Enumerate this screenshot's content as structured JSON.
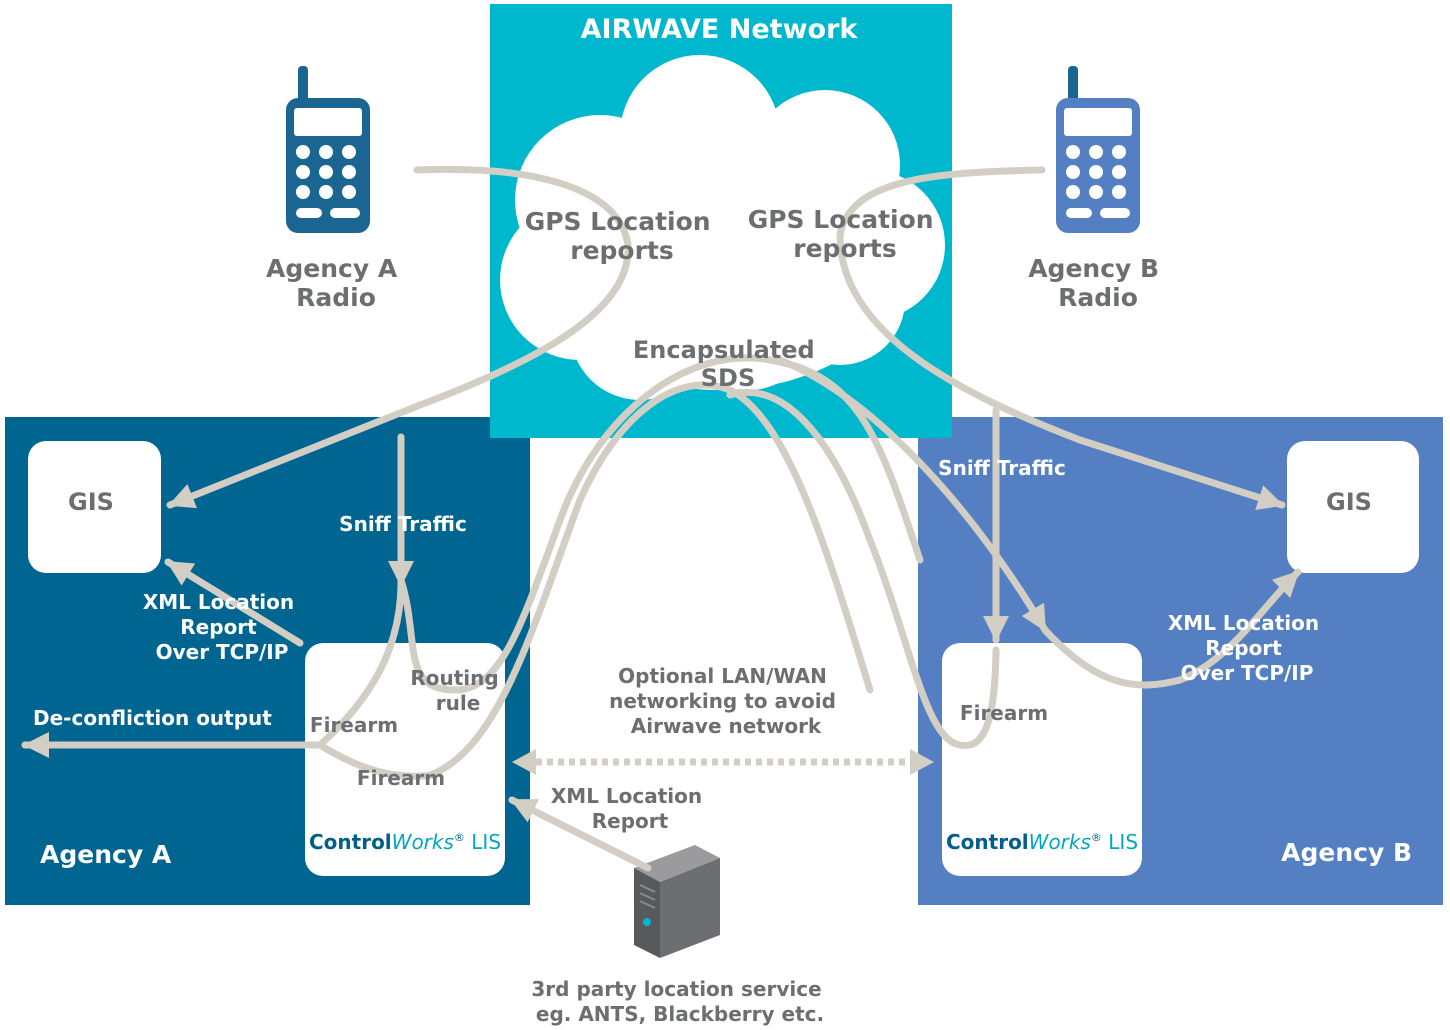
{
  "network": {
    "title": "AIRWAVE Network",
    "color": "#00b8ce"
  },
  "agency_a": {
    "label": "Agency A",
    "color": "#006591",
    "radio_label": [
      "Agency A",
      "Radio"
    ],
    "gis_label": "GIS",
    "sniff_label": "Sniff Traffic",
    "xml_label": [
      "XML Location",
      "Report",
      "Over TCP/IP"
    ],
    "deconfliction_label": "De-confliction output",
    "firearm_labels": [
      "Firearm",
      "Firearm"
    ],
    "routing_label": [
      "Routing",
      "rule"
    ],
    "lis": {
      "brand_a": "Control",
      "brand_b": "Works",
      "reg": "®",
      "suffix": " LIS"
    }
  },
  "agency_b": {
    "label": "Agency B",
    "color": "#547fc2",
    "radio_label": [
      "Agency B",
      "Radio"
    ],
    "gis_label": "GIS",
    "sniff_label": "Sniff Traffic",
    "xml_label": [
      "XML Location",
      "Report",
      "Over TCP/IP"
    ],
    "firearm_label": "Firearm",
    "lis": {
      "brand_a": "Control",
      "brand_b": "Works",
      "reg": "®",
      "suffix": " LIS"
    }
  },
  "cloud": {
    "gps_left": [
      "GPS Location",
      "reports"
    ],
    "gps_right": [
      "GPS Location",
      "reports"
    ],
    "encapsulated": [
      "Encapsulated",
      "SDS"
    ]
  },
  "center": {
    "optional_label": [
      "Optional LAN/WAN",
      "networking to avoid",
      "Airwave network"
    ],
    "xml_report_label": [
      "XML Location",
      "Report"
    ],
    "third_party_label": [
      "3rd party location service",
      "eg. ANTS, Blackberry etc."
    ]
  },
  "colors": {
    "radio_a": "#1a6591",
    "radio_b": "#547fc2",
    "arrow": "#d3cec4",
    "text_grey": "#6d6e71",
    "brand_teal": "#00a7c2",
    "brand_navy": "#005f8a"
  },
  "icons": [
    "radio-icon",
    "radio-icon",
    "server-icon",
    "cloud-icon"
  ]
}
